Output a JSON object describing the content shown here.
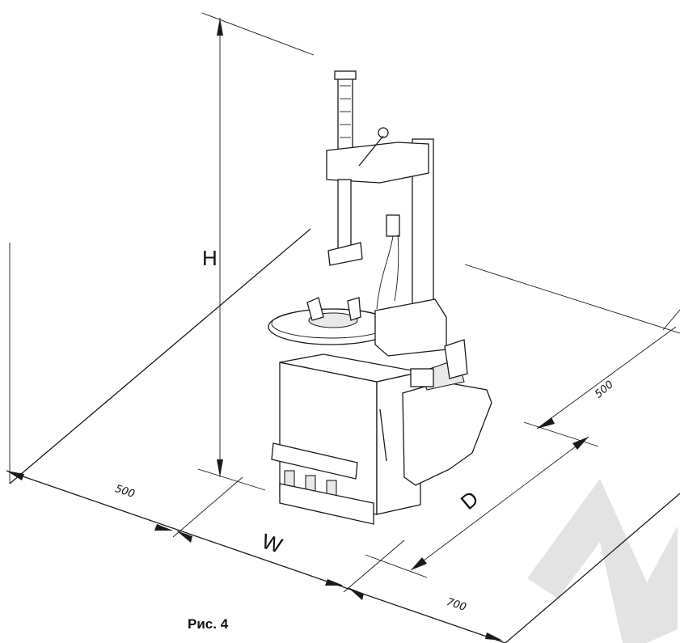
{
  "diagram": {
    "labels": {
      "height": "H",
      "width": "W",
      "depth": "D",
      "left_clearance": "500",
      "right_clearance": "500",
      "front_clearance": "700"
    },
    "caption": "Рис.  4",
    "watermark_color": "#e3e3e3",
    "line_color": "#1a1a1a"
  }
}
